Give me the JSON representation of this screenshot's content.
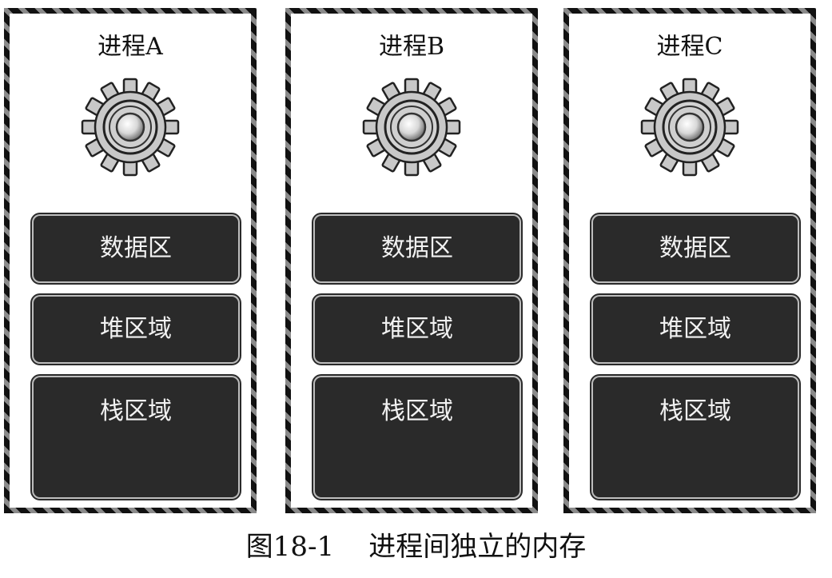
{
  "processes": [
    {
      "title": "进程A",
      "regions": {
        "data": "数据区",
        "heap": "堆区域",
        "stack": "栈区域"
      }
    },
    {
      "title": "进程B",
      "regions": {
        "data": "数据区",
        "heap": "堆区域",
        "stack": "栈区域"
      }
    },
    {
      "title": "进程C",
      "regions": {
        "data": "数据区",
        "heap": "堆区域",
        "stack": "栈区域"
      }
    }
  ],
  "caption": "图18-1    进程间独立的内存",
  "icons": {
    "process": "gear-icon"
  },
  "colors": {
    "region_fill": "#2a2a2a",
    "gear_fill": "#c8c8c8",
    "border_dark": "#111111"
  }
}
